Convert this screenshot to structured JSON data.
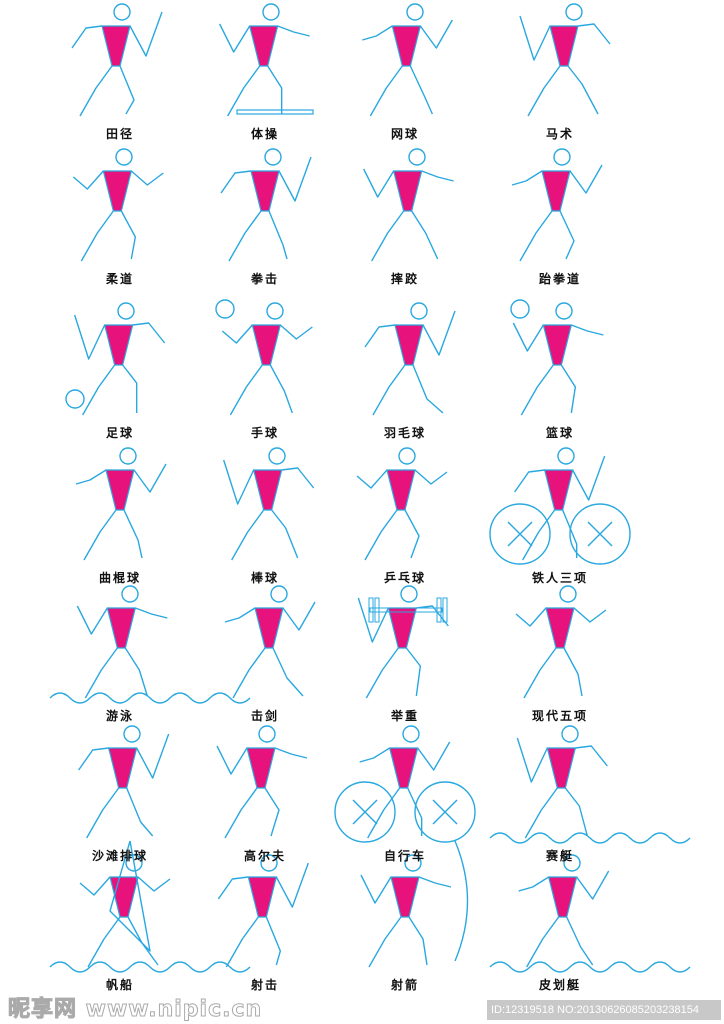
{
  "sports": [
    "田径",
    "体操",
    "网球",
    "马术",
    "柔道",
    "拳击",
    "摔跤",
    "跆拳道",
    "足球",
    "手球",
    "羽毛球",
    "篮球",
    "曲棍球",
    "棒球",
    "乒乓球",
    "铁人三项",
    "游泳",
    "击剑",
    "举重",
    "现代五项",
    "沙滩排球",
    "高尔夫",
    "自行车",
    "赛艇",
    "帆船",
    "射击",
    "射箭",
    "皮划艇"
  ],
  "colors": {
    "line": "#29a8e0",
    "torso": "#e8127c"
  },
  "watermark": {
    "logo": "昵享网 www.nipic.cn",
    "id": "ID:12319518 NO:20130626085203238154"
  }
}
